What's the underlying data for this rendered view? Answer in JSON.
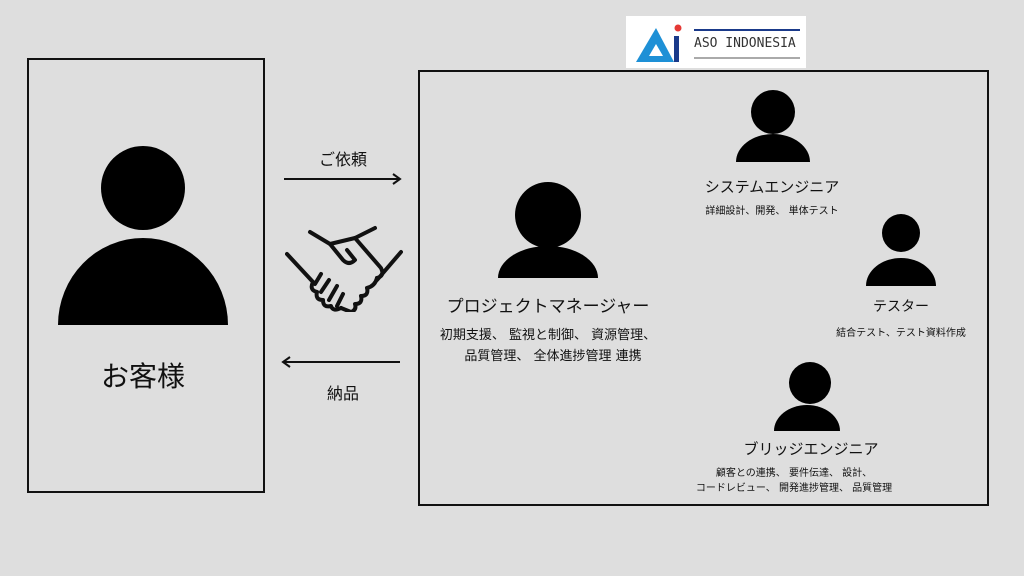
{
  "logo": {
    "text": "ASO INDONESIA",
    "colors": {
      "triangle": "#1e90d6",
      "dot": "#e53935",
      "bar": "#1a3a8a"
    }
  },
  "customer": {
    "label": "お客様"
  },
  "flow": {
    "request": "ご依頼",
    "delivery": "納品"
  },
  "team": {
    "pm": {
      "title": "プロジェクトマネージャー",
      "desc1": "初期支援、 監視と制御、 資源管理、",
      "desc2": "品質管理、 全体進捗管理 連携"
    },
    "system_engineer": {
      "title": "システムエンジニア",
      "desc": "詳細設計、開発、 単体テスト"
    },
    "tester": {
      "title": "テスター",
      "desc": "結合テスト、テスト資料作成"
    },
    "bridge_engineer": {
      "title": "ブリッジエンジニア",
      "desc1": "顧客との連携、 要件伝達、 設計、",
      "desc2": "コードレビュー、 開発進捗管理、 品質管理"
    }
  }
}
